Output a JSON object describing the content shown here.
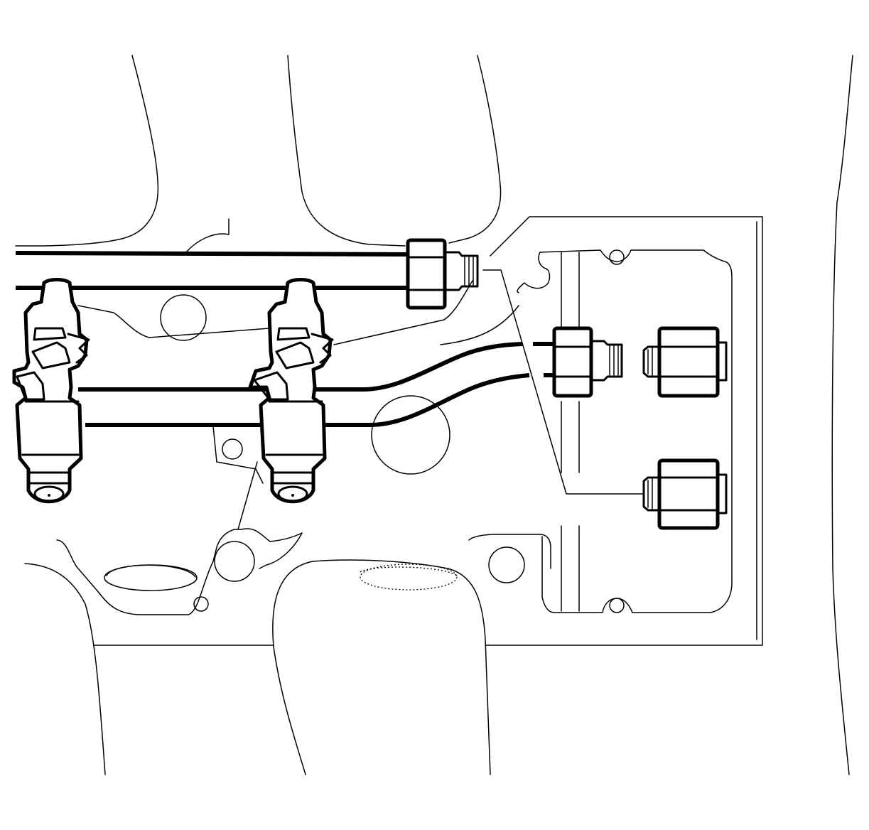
{
  "figure": {
    "labels": []
  },
  "components": [
    {
      "id": "fuel-rail-upper",
      "kind": "fuel-rail"
    },
    {
      "id": "fuel-rail-lower",
      "kind": "fuel-rail"
    },
    {
      "id": "fuel-injector-left",
      "kind": "fuel-injector"
    },
    {
      "id": "fuel-injector-center",
      "kind": "fuel-injector"
    },
    {
      "id": "rail-end-fitting-nut",
      "kind": "fitting-nut"
    },
    {
      "id": "pipe-fitting-nut-middle",
      "kind": "fitting-nut"
    },
    {
      "id": "pressure-regulator-upper",
      "kind": "fitting"
    },
    {
      "id": "pressure-regulator-lower",
      "kind": "fitting"
    },
    {
      "id": "intake-manifold",
      "kind": "manifold"
    },
    {
      "id": "mounting-bracket",
      "kind": "bracket"
    }
  ]
}
